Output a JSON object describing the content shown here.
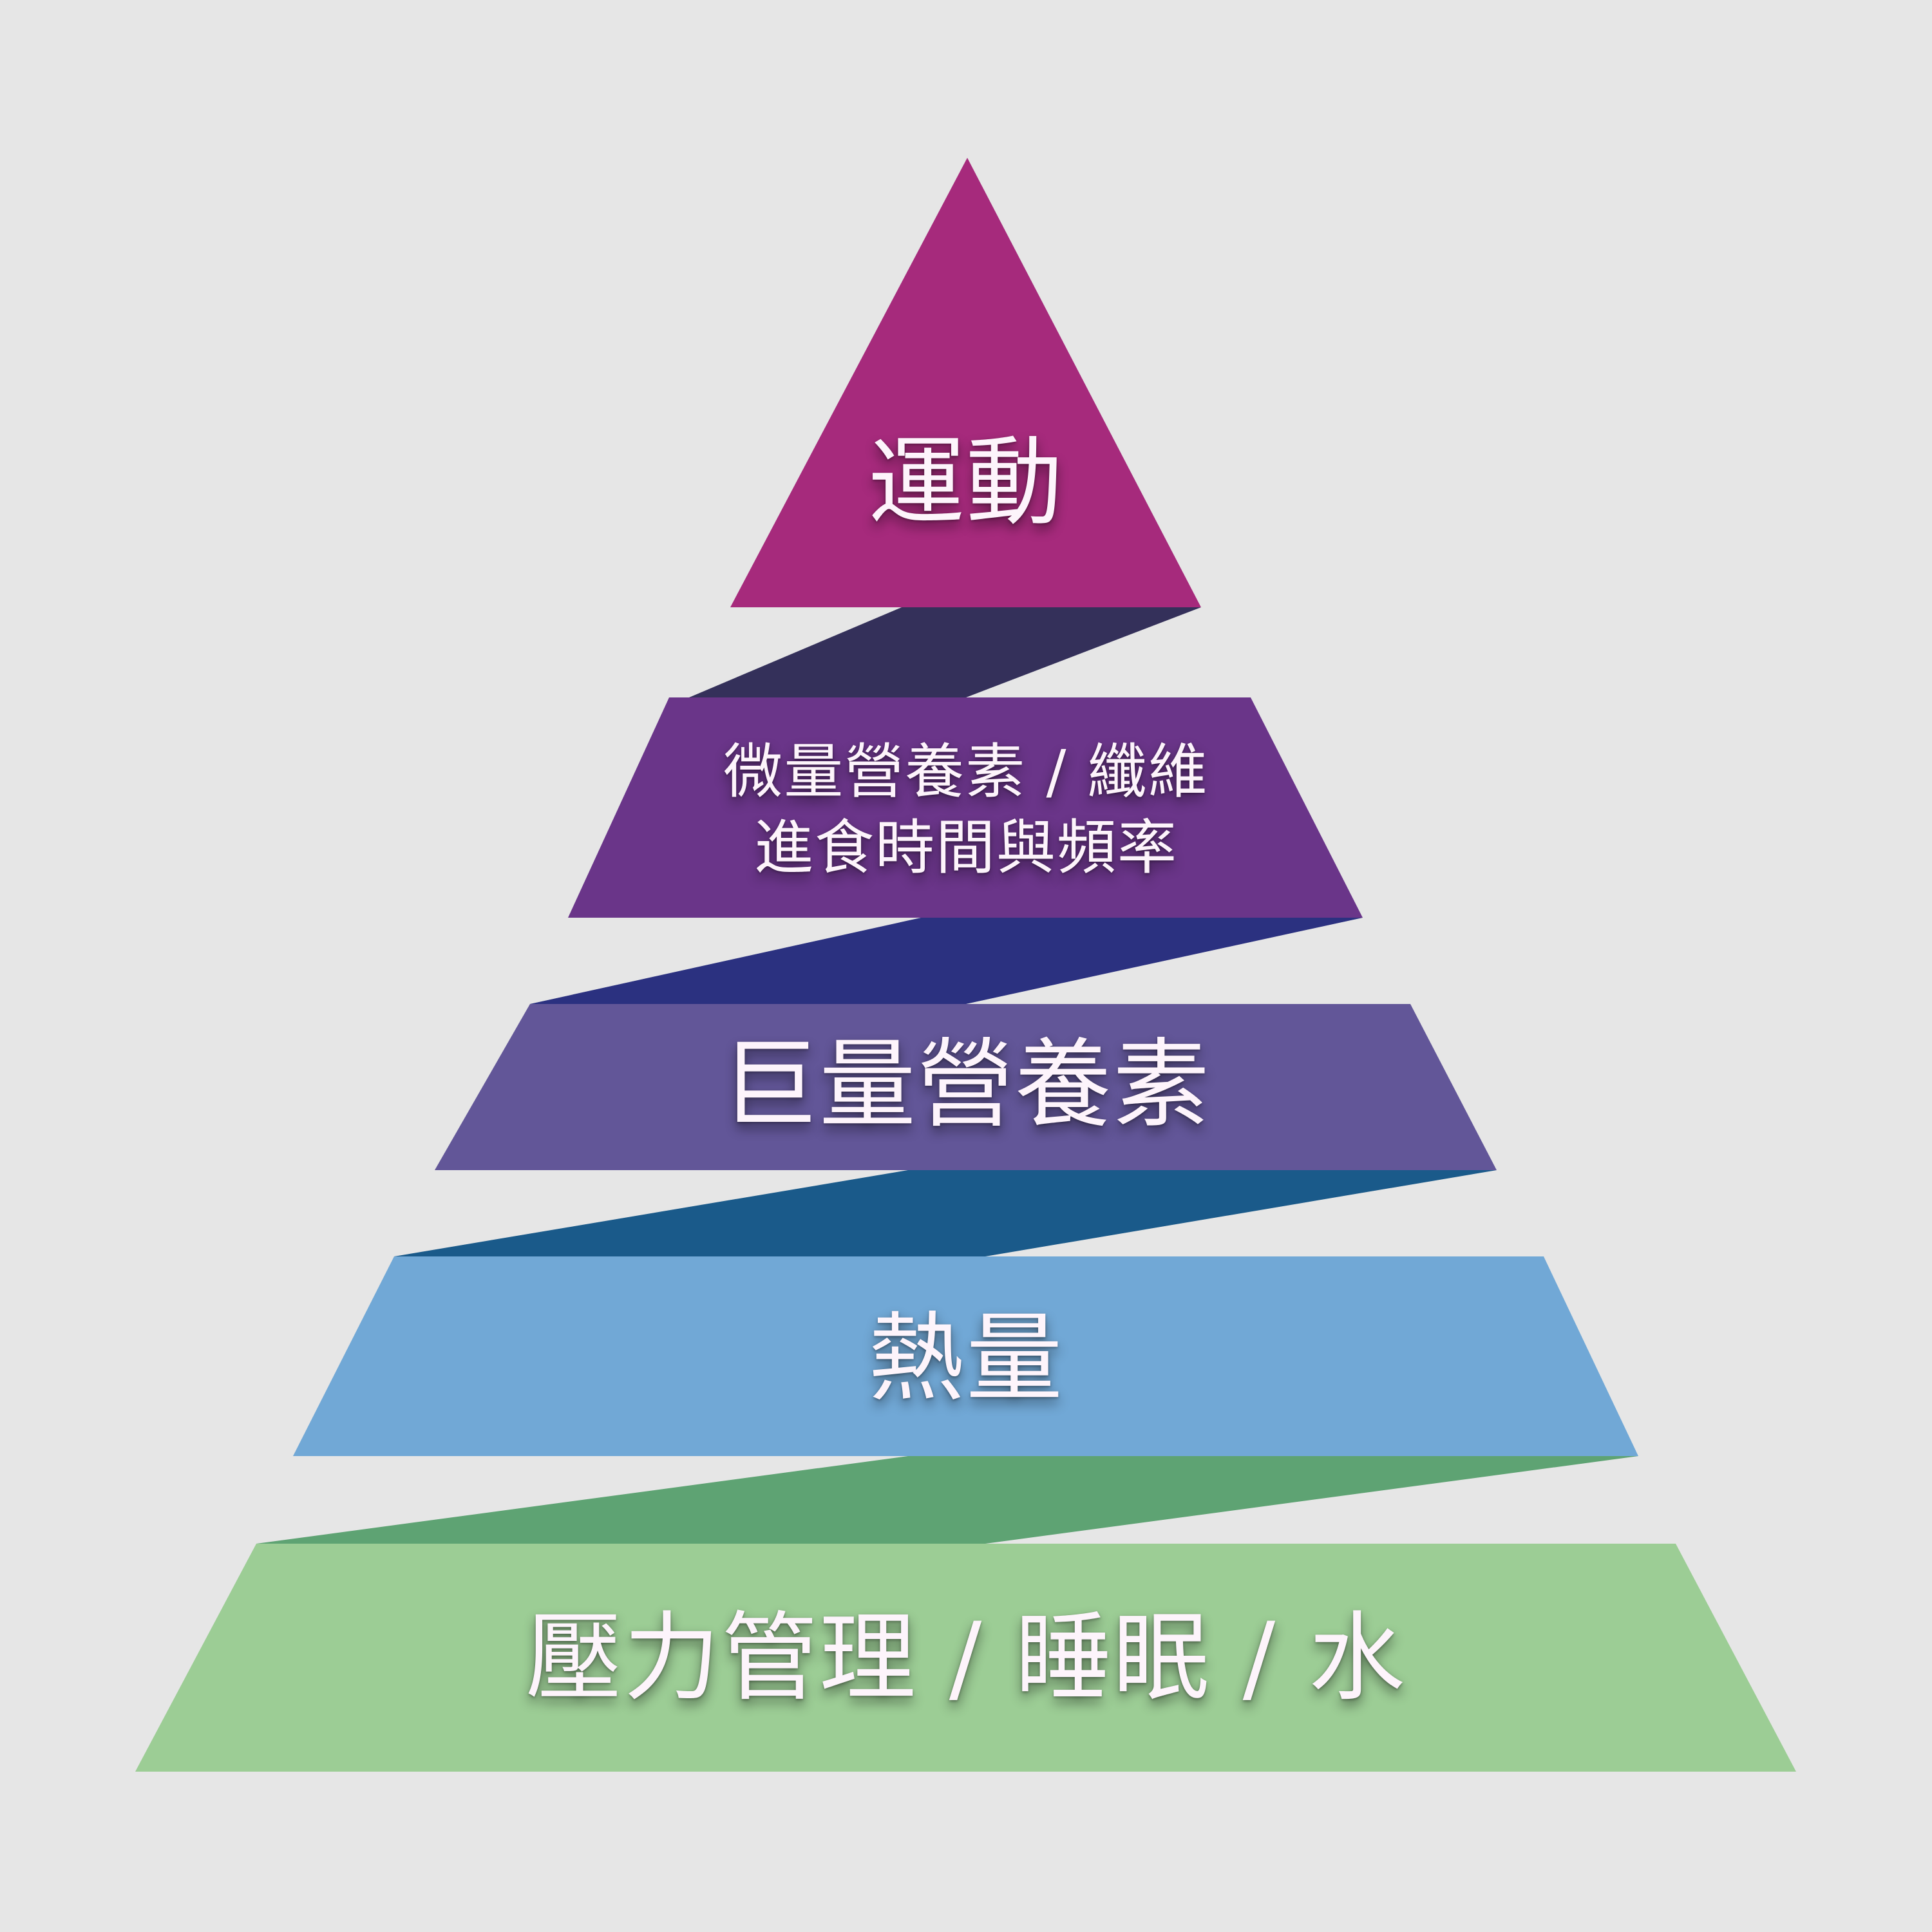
{
  "diagram": {
    "type": "pyramid",
    "background": "#e6e6e6",
    "tiers": [
      {
        "level": 1,
        "position": "top",
        "lines": [
          "運動"
        ],
        "color": "#a62a7c"
      },
      {
        "level": 2,
        "lines": [
          "微量營養素 / 纖維",
          "進食時間與頻率"
        ],
        "color": "#6a3589"
      },
      {
        "level": 3,
        "lines": [
          "巨量營養素"
        ],
        "color": "#625698"
      },
      {
        "level": 4,
        "lines": [
          "熱量"
        ],
        "color": "#71a8d6"
      },
      {
        "level": 5,
        "position": "bottom",
        "lines": [
          "壓力管理 / 睡眠 / 水"
        ],
        "color": "#9ccd95"
      }
    ],
    "fold_colors": [
      "#34305a",
      "#2b3180",
      "#1a5a8a",
      "#5ea373"
    ]
  }
}
